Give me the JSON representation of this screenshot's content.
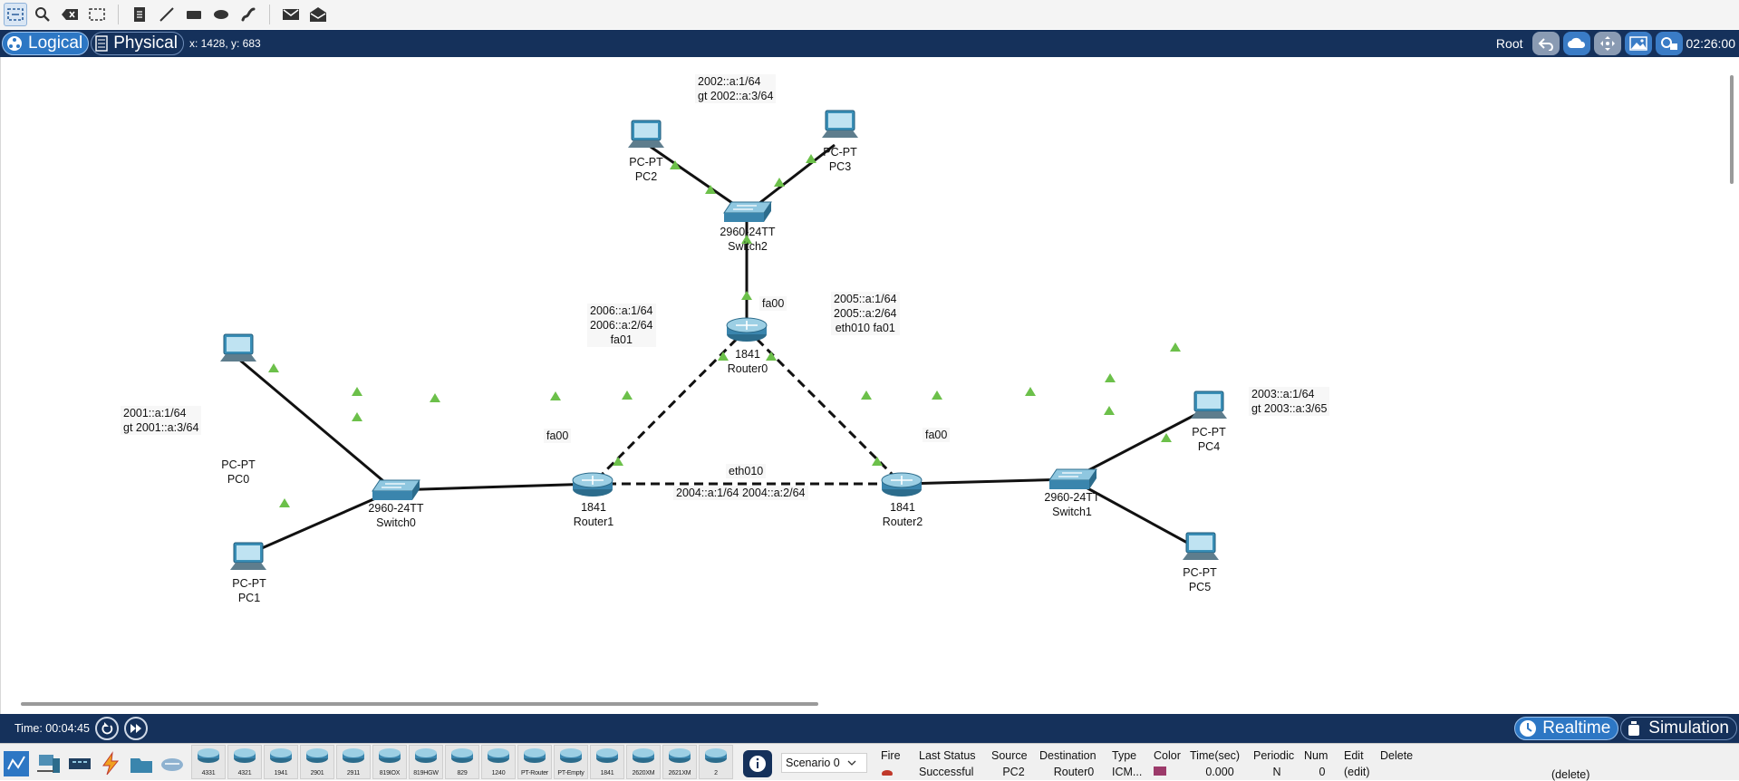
{
  "toolbar": {
    "tools": [
      "select-icon",
      "inspect-icon",
      "delete-icon",
      "resize-icon",
      "note-icon",
      "draw-line-icon",
      "rectangle-icon",
      "ellipse-icon",
      "freeform-icon",
      "add-simple-pdu-icon",
      "add-complex-pdu-icon"
    ]
  },
  "viewbar": {
    "logical_label": "Logical",
    "physical_label": "Physical",
    "coordinates": "x: 1428, y: 683",
    "root_label": "Root",
    "clock": "02:26:00"
  },
  "topology": {
    "devices": [
      {
        "id": "pc2",
        "type": "PC-PT",
        "name": "PC2"
      },
      {
        "id": "pc3",
        "type": "PC-PT",
        "name": "PC3"
      },
      {
        "id": "switch2",
        "type": "2960-24TT",
        "name": "Switch2"
      },
      {
        "id": "router0",
        "type": "1841",
        "name": "Router0"
      },
      {
        "id": "router1",
        "type": "1841",
        "name": "Router1"
      },
      {
        "id": "router2",
        "type": "1841",
        "name": "Router2"
      },
      {
        "id": "switch0",
        "type": "2960-24TT",
        "name": "Switch0"
      },
      {
        "id": "switch1",
        "type": "2960-24TT",
        "name": "Switch1"
      },
      {
        "id": "pc0",
        "type": "PC-PT",
        "name": "PC0"
      },
      {
        "id": "pc1",
        "type": "PC-PT",
        "name": "PC1"
      },
      {
        "id": "pc4",
        "type": "PC-PT",
        "name": "PC4"
      },
      {
        "id": "pc5",
        "type": "PC-PT",
        "name": "PC5"
      }
    ],
    "port_labels": {
      "router0_fa00": "fa00",
      "router1_fa00": "fa00",
      "router2_fa00": "fa00",
      "router1_router2_eth010": "eth010"
    },
    "notes": {
      "lan2_line1": "2002::a:1/64",
      "lan2_line2": "gt 2002::a:3/64",
      "r0r1_line1": "2006::a:1/64",
      "r0r1_line2": "2006::a:2/64",
      "r0r1_line3": "fa01",
      "r0r2_line1": "2005::a:1/64",
      "r0r2_line2": "2005::a:2/64",
      "r0r2_line3": "eth010 fa01",
      "lan0_line1": "2001::a:1/64",
      "lan0_line2": "gt 2001::a:3/64",
      "r1r2_line": "2004::a:1/64 2004::a:2/64",
      "lan1_line1": "2003::a:1/64",
      "lan1_line2": "gt 2003::a:3/65"
    }
  },
  "timebar": {
    "time": "Time: 00:04:45",
    "realtime_label": "Realtime",
    "simulation_label": "Simulation"
  },
  "bottom": {
    "categories": [
      "network-devices-icon",
      "end-devices-icon",
      "components-icon",
      "connections-icon",
      "miscellaneous-icon",
      "multiuser-icon"
    ],
    "device_models": [
      "4331",
      "4321",
      "1941",
      "2901",
      "2911",
      "819IOX",
      "819HGW",
      "829",
      "1240",
      "PT-Router",
      "PT-Empty",
      "1841",
      "2620XM",
      "2621XM",
      "2"
    ],
    "scenario": "Scenario 0",
    "pdu_headers": [
      "Fire",
      "Last Status",
      "Source",
      "Destination",
      "Type",
      "Color",
      "Time(sec)",
      "Periodic",
      "Num",
      "Edit",
      "Delete"
    ],
    "pdu_rows": [
      {
        "last_status": "Successful",
        "source": "PC2",
        "destination": "Router0",
        "type": "ICM...",
        "color": "#9c3a6a",
        "time": "0.000",
        "periodic": "N",
        "num": "0",
        "edit": "(edit)",
        "delete": "(delete)"
      }
    ]
  },
  "colors": {
    "bar_navy": "#15315b",
    "active_tab": "#2d77c4",
    "link_up": "#6cc04a"
  }
}
